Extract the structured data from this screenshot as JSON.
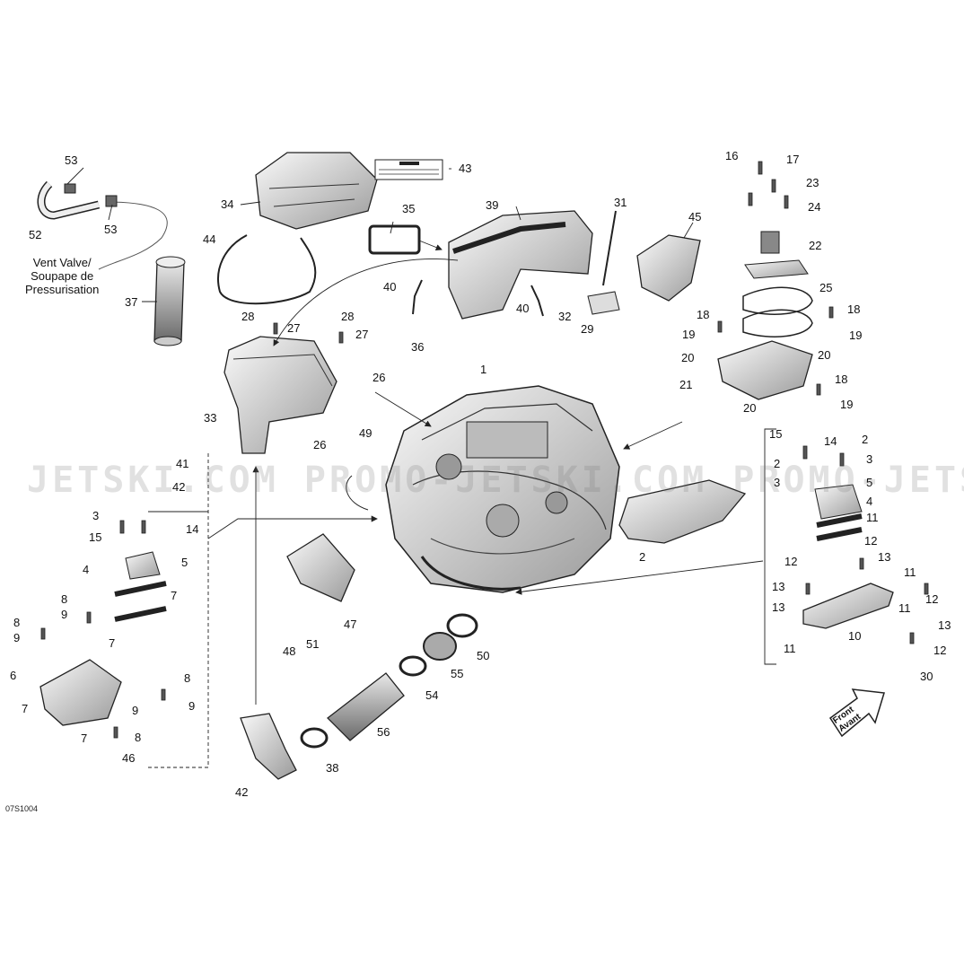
{
  "figure_code": "07S1004",
  "watermark": "JETSKI.COM PROMO-JETSKI.COM PROMO-JETSKI.COM",
  "vent_valve_note": {
    "line1": "Vent Valve/",
    "line2": "Soupape de",
    "line3": "Pressurisation"
  },
  "front_marker": {
    "line1": "Front",
    "line2": "Avant"
  },
  "callouts": [
    {
      "id": "c53a",
      "text": "53"
    },
    {
      "id": "c52",
      "text": "52"
    },
    {
      "id": "c53b",
      "text": "53"
    },
    {
      "id": "c34",
      "text": "34"
    },
    {
      "id": "c43",
      "text": "43"
    },
    {
      "id": "c44",
      "text": "44"
    },
    {
      "id": "c35",
      "text": "35"
    },
    {
      "id": "c39",
      "text": "39"
    },
    {
      "id": "c31",
      "text": "31"
    },
    {
      "id": "c45",
      "text": "45"
    },
    {
      "id": "c37",
      "text": "37"
    },
    {
      "id": "c40a",
      "text": "40"
    },
    {
      "id": "c40b",
      "text": "40"
    },
    {
      "id": "c32",
      "text": "32"
    },
    {
      "id": "c29",
      "text": "29"
    },
    {
      "id": "c28a",
      "text": "28"
    },
    {
      "id": "c27a",
      "text": "27"
    },
    {
      "id": "c28b",
      "text": "28"
    },
    {
      "id": "c27b",
      "text": "27"
    },
    {
      "id": "c36",
      "text": "36"
    },
    {
      "id": "c26a",
      "text": "26"
    },
    {
      "id": "c33",
      "text": "33"
    },
    {
      "id": "c26b",
      "text": "26"
    },
    {
      "id": "c1",
      "text": "1"
    },
    {
      "id": "c49",
      "text": "49"
    },
    {
      "id": "c41",
      "text": "41"
    },
    {
      "id": "c42a",
      "text": "42"
    },
    {
      "id": "c16",
      "text": "16"
    },
    {
      "id": "c17",
      "text": "17"
    },
    {
      "id": "c23",
      "text": "23"
    },
    {
      "id": "c24",
      "text": "24"
    },
    {
      "id": "c22",
      "text": "22"
    },
    {
      "id": "c25",
      "text": "25"
    },
    {
      "id": "c18a",
      "text": "18"
    },
    {
      "id": "c18b",
      "text": "18"
    },
    {
      "id": "c19a",
      "text": "19"
    },
    {
      "id": "c19b",
      "text": "19"
    },
    {
      "id": "c20a",
      "text": "20"
    },
    {
      "id": "c20b",
      "text": "20"
    },
    {
      "id": "c21",
      "text": "21"
    },
    {
      "id": "c18c",
      "text": "18"
    },
    {
      "id": "c19c",
      "text": "19"
    },
    {
      "id": "c20c",
      "text": "20"
    },
    {
      "id": "c15r",
      "text": "15"
    },
    {
      "id": "c14r",
      "text": "14"
    },
    {
      "id": "c2r1",
      "text": "2"
    },
    {
      "id": "c2r2",
      "text": "2"
    },
    {
      "id": "c3r1",
      "text": "3"
    },
    {
      "id": "c3r2",
      "text": "3"
    },
    {
      "id": "c5r",
      "text": "5"
    },
    {
      "id": "c4r",
      "text": "4"
    },
    {
      "id": "c11r1",
      "text": "11"
    },
    {
      "id": "c12r1",
      "text": "12"
    },
    {
      "id": "c13r1",
      "text": "13"
    },
    {
      "id": "c11r2",
      "text": "11"
    },
    {
      "id": "c12r2",
      "text": "12"
    },
    {
      "id": "c13r2",
      "text": "13"
    },
    {
      "id": "c13r3",
      "text": "13"
    },
    {
      "id": "c11r3",
      "text": "11"
    },
    {
      "id": "c12r3",
      "text": "12"
    },
    {
      "id": "c13r4",
      "text": "13"
    },
    {
      "id": "c10",
      "text": "10"
    },
    {
      "id": "c11r4",
      "text": "11"
    },
    {
      "id": "c12r4",
      "text": "12"
    },
    {
      "id": "c30",
      "text": "30"
    },
    {
      "id": "c2l",
      "text": "2"
    },
    {
      "id": "c3l",
      "text": "3"
    },
    {
      "id": "c15l",
      "text": "15"
    },
    {
      "id": "c14l",
      "text": "14"
    },
    {
      "id": "c5l",
      "text": "5"
    },
    {
      "id": "c4l",
      "text": "4"
    },
    {
      "id": "c7l1",
      "text": "7"
    },
    {
      "id": "c8l1",
      "text": "8"
    },
    {
      "id": "c9l1",
      "text": "9"
    },
    {
      "id": "c7l2",
      "text": "7"
    },
    {
      "id": "c8l2",
      "text": "8"
    },
    {
      "id": "c9l2",
      "text": "9"
    },
    {
      "id": "c6",
      "text": "6"
    },
    {
      "id": "c7l3",
      "text": "7"
    },
    {
      "id": "c8l3",
      "text": "8"
    },
    {
      "id": "c9l3",
      "text": "9"
    },
    {
      "id": "c9l4",
      "text": "9"
    },
    {
      "id": "c7l4",
      "text": "7"
    },
    {
      "id": "c8l4",
      "text": "8"
    },
    {
      "id": "c46",
      "text": "46"
    },
    {
      "id": "c47",
      "text": "47"
    },
    {
      "id": "c48",
      "text": "48"
    },
    {
      "id": "c51",
      "text": "51"
    },
    {
      "id": "c50",
      "text": "50"
    },
    {
      "id": "c55",
      "text": "55"
    },
    {
      "id": "c54",
      "text": "54"
    },
    {
      "id": "c56",
      "text": "56"
    },
    {
      "id": "c38",
      "text": "38"
    },
    {
      "id": "c42b",
      "text": "42"
    }
  ],
  "lubricant_icon": "oil-drop-icon",
  "colors": {
    "line": "#222222",
    "part_fill": "#f2f2f2",
    "part_shade": "#8a8a8a",
    "watermark": "#c8c8c8"
  }
}
